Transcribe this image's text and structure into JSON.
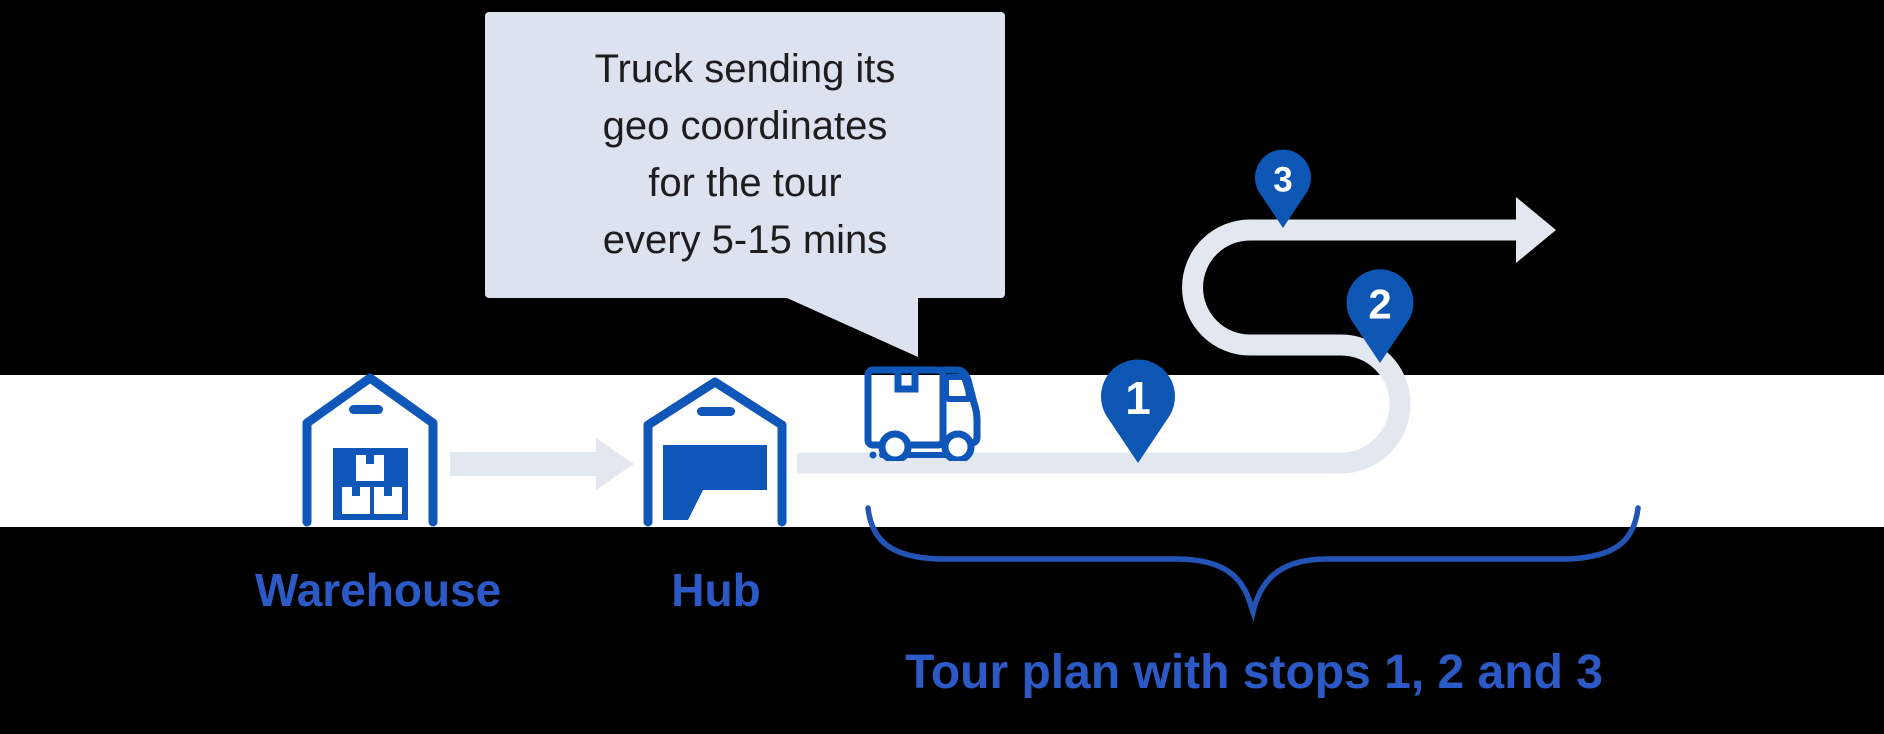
{
  "colors": {
    "background": "#000000",
    "band": "#ffffff",
    "bubble_fill": "#dce3ee",
    "bubble_text": "#1d1d1f",
    "icon_blue": "#0e57b8",
    "pin_blue": "#0d56b3",
    "label_blue": "#2b5ac6",
    "brace_blue": "#2353b5",
    "route_gray": "#e3e8f0"
  },
  "speech_bubble": {
    "lines": [
      "Truck sending its",
      "geo coordinates",
      "for the tour",
      "every 5-15 mins"
    ]
  },
  "nodes": {
    "warehouse_label": "Warehouse",
    "hub_label": "Hub"
  },
  "stops": [
    {
      "number": "1"
    },
    {
      "number": "2"
    },
    {
      "number": "3"
    }
  ],
  "caption": "Tour plan with stops 1, 2 and 3"
}
